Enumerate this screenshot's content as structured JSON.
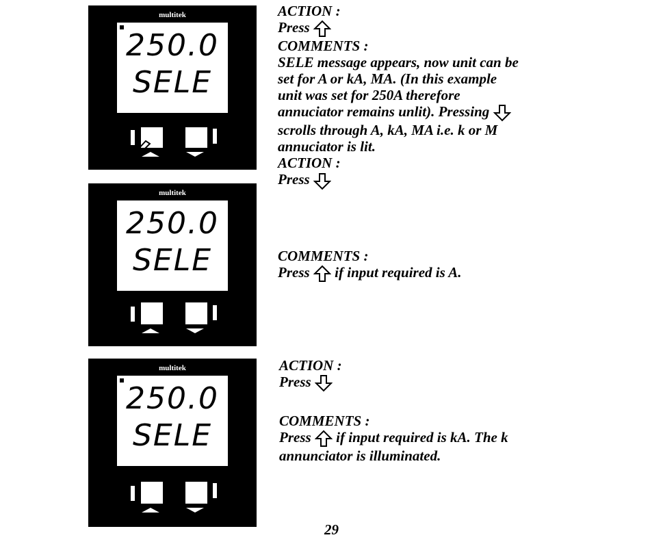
{
  "meters": [
    {
      "brand": "multitek",
      "line1": "250.0",
      "line2": "SELE"
    },
    {
      "brand": "multitek",
      "line1": "250.0",
      "line2": "SELE"
    },
    {
      "brand": "multitek",
      "line1": "250.0",
      "line2": "SELE"
    }
  ],
  "block1": {
    "action_label": "ACTION :",
    "press": "Press",
    "comments_label": "COMMENTS :",
    "lines": [
      "SELE message appears, now unit can be",
      "set for A or kA, MA. (In this example",
      "unit was set for 250A therefore",
      "annuciator remains unlit). Pressing",
      "scrolls through A, kA, MA i.e. k or M",
      "annuciator is lit."
    ]
  },
  "block2": {
    "action_label": "ACTION :",
    "press": "Press",
    "comments_label": "COMMENTS :",
    "comment_press": "Press",
    "comment_tail": "if input required is A."
  },
  "block3": {
    "action_label": "ACTION :",
    "press": "Press",
    "comments_label": "COMMENTS :",
    "comment_press": "Press",
    "comment_tail": "if input required is kA. The k",
    "comment_line2": "annunciator is illuminated."
  },
  "page_number": "29"
}
